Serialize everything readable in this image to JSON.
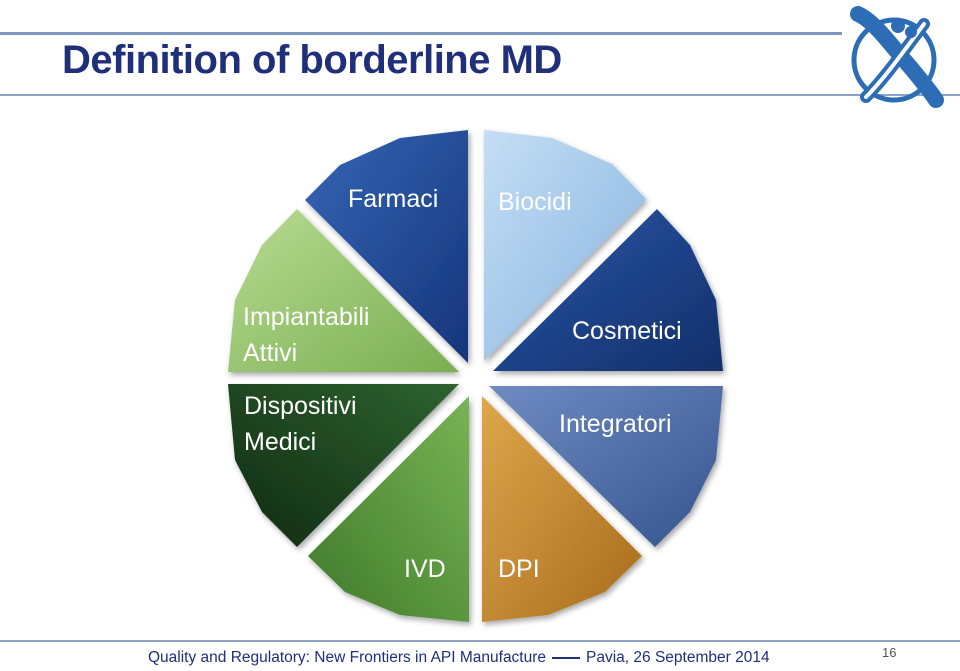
{
  "slide": {
    "title": "Definition of borderline MD",
    "page_number": "16"
  },
  "diagram": {
    "segments": [
      {
        "id": "farmaci",
        "label": "Farmaci",
        "color": "#25499a"
      },
      {
        "id": "biocidi",
        "label": "Biocidi",
        "color": "#9cc3e8"
      },
      {
        "id": "cosmetici",
        "label": "Cosmetici",
        "color": "#1d3f86"
      },
      {
        "id": "integratori",
        "label": "Integratori",
        "color": "#4a6aa6"
      },
      {
        "id": "dpi",
        "label": "DPI",
        "color": "#c98b2e"
      },
      {
        "id": "ivd",
        "label": "IVD",
        "color": "#5b9a3e"
      },
      {
        "id": "dispositivi-medici",
        "label_line1": "Dispositivi",
        "label_line2": "Medici",
        "color": "#1f4a22"
      },
      {
        "id": "impiantabili-attivi",
        "label_line1": "Impiantabili",
        "label_line2": "Attivi",
        "color": "#97c46c"
      }
    ]
  },
  "footer": {
    "part1": "Quality and Regulatory: New Frontiers in API Manufacture",
    "part2": "Pavia, 26 September 2014"
  }
}
